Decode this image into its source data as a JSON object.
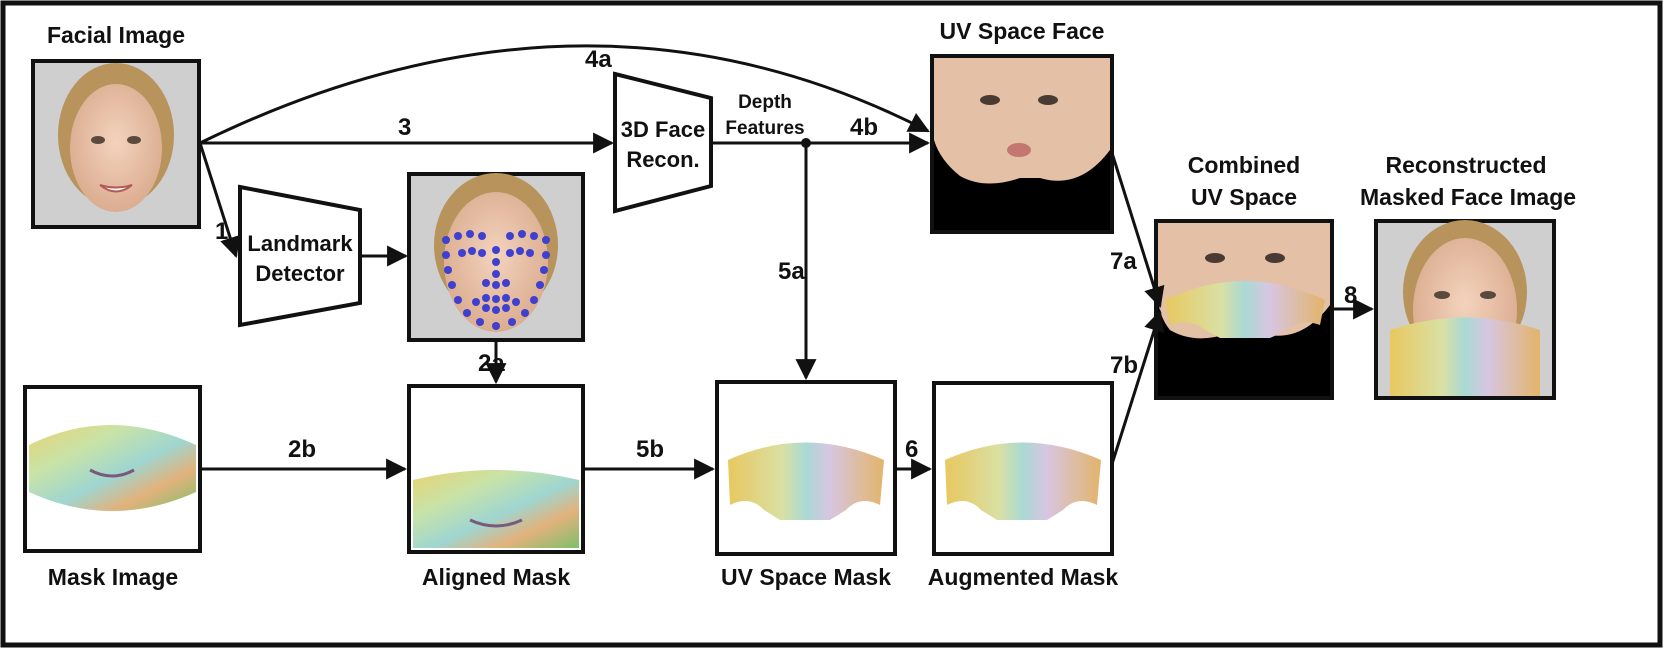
{
  "panels": {
    "facial_image": "Facial Image",
    "uv_space_face": "UV Space Face",
    "combined_uv_space": [
      "Combined",
      "UV Space"
    ],
    "reconstructed": [
      "Reconstructed",
      "Masked Face Image"
    ],
    "mask_image": "Mask Image",
    "aligned_mask": "Aligned Mask",
    "uv_space_mask": "UV Space Mask",
    "augmented_mask": "Augmented Mask"
  },
  "blocks": {
    "landmark_detector": [
      "Landmark",
      "Detector"
    ],
    "face_recon": [
      "3D Face",
      "Recon."
    ]
  },
  "depth_features": [
    "Depth",
    "Features"
  ],
  "steps": {
    "s1": "1",
    "s2a": "2a",
    "s2b": "2b",
    "s3": "3",
    "s4a": "4a",
    "s4b": "4b",
    "s5a": "5a",
    "s5b": "5b",
    "s6": "6",
    "s7a": "7a",
    "s7b": "7b",
    "s8": "8"
  },
  "colors": {
    "border": "#111111",
    "landmark_dots": "#3f3fd0",
    "skin": "#e9c2a6",
    "hair": "#b8935c",
    "photo_bg": "#c9c9c9"
  }
}
